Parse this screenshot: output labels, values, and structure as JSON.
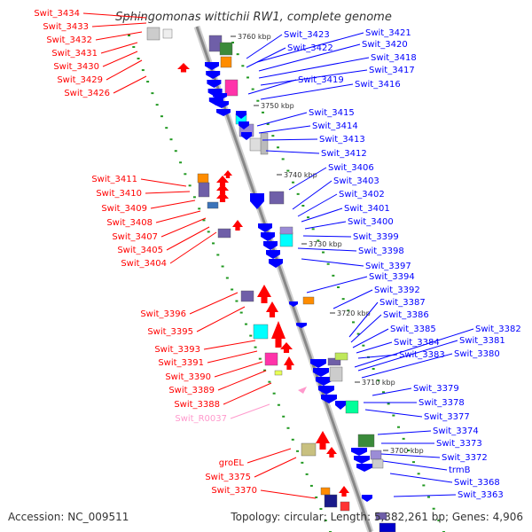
{
  "title": "Sphingomonas wittichii RW1, complete genome",
  "colors": {
    "forward": "#ff0000",
    "reverse": "#0000ff",
    "rna": "#ff99cc",
    "backbone": "#888888",
    "dots": "#229922"
  },
  "footer": {
    "accession_label": "Accession:",
    "accession": "NC_009511",
    "topology_label": "Topology:",
    "topology": "circular",
    "length_label": "Length:",
    "length": "5,382,261 bp",
    "genes_label": "Genes:",
    "genes": "4,906"
  },
  "ticks": [
    "3760 kbp",
    "3750 kbp",
    "3740 kbp",
    "3730 kbp",
    "3720 kbp",
    "3710 kbp",
    "3700 kbp"
  ],
  "left_labels": [
    "Swit_3434",
    "Swit_3433",
    "Swit_3432",
    "Swit_3431",
    "Swit_3430",
    "Swit_3429",
    "Swit_3426",
    "Swit_3411",
    "Swit_3410",
    "Swit_3409",
    "Swit_3408",
    "Swit_3407",
    "Swit_3405",
    "Swit_3404",
    "Swit_3396",
    "Swit_3395",
    "Swit_3393",
    "Swit_3391",
    "Swit_3390",
    "Swit_3389",
    "Swit_3388",
    "Swit_R0037",
    "groEL",
    "Swit_3375",
    "Swit_3370"
  ],
  "right_labels": [
    "Swit_3423",
    "Swit_3421",
    "Swit_3422",
    "Swit_3420",
    "Swit_3418",
    "Swit_3419",
    "Swit_3417",
    "Swit_3416",
    "Swit_3415",
    "Swit_3414",
    "Swit_3413",
    "Swit_3412",
    "Swit_3406",
    "Swit_3403",
    "Swit_3402",
    "Swit_3401",
    "Swit_3400",
    "Swit_3399",
    "Swit_3398",
    "Swit_3397",
    "Swit_3394",
    "Swit_3392",
    "Swit_3387",
    "Swit_3386",
    "Swit_3385",
    "Swit_3382",
    "Swit_3384",
    "Swit_3381",
    "Swit_3383",
    "Swit_3380",
    "Swit_3379",
    "Swit_3378",
    "Swit_3377",
    "Swit_3374",
    "Swit_3373",
    "Swit_3372",
    "trmB",
    "Swit_3368",
    "Swit_3363"
  ]
}
